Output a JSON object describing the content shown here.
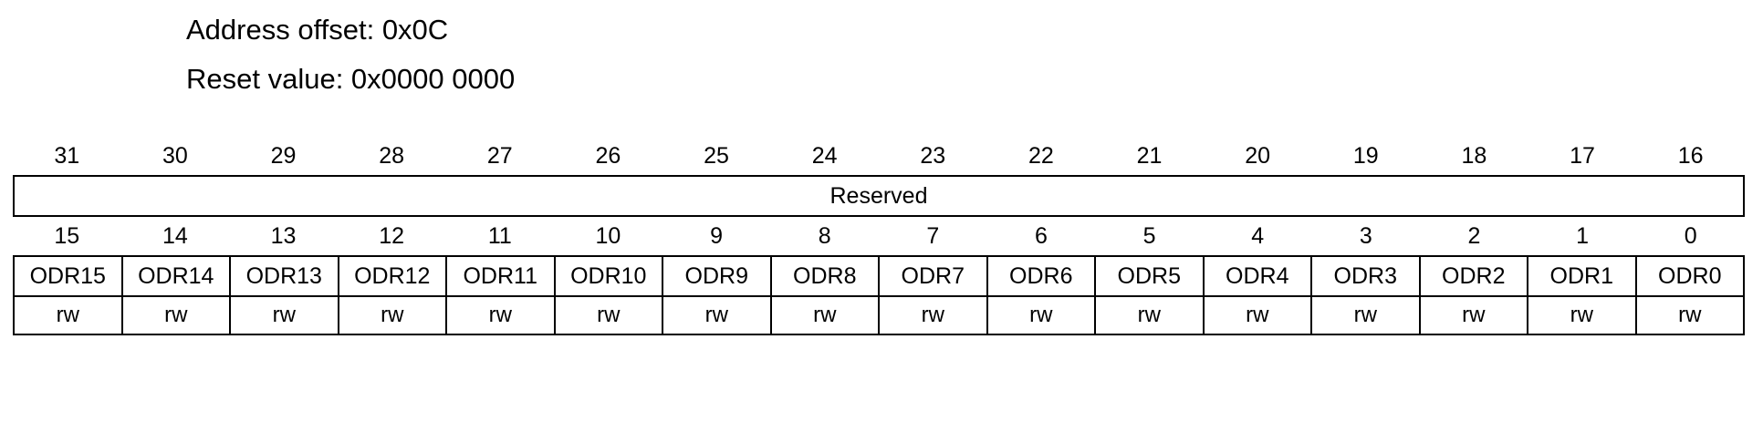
{
  "header": {
    "address_offset": "Address offset: 0x0C",
    "reset_value": "Reset value: 0x0000 0000"
  },
  "register": {
    "high_bits": [
      "31",
      "30",
      "29",
      "28",
      "27",
      "26",
      "25",
      "24",
      "23",
      "22",
      "21",
      "20",
      "19",
      "18",
      "17",
      "16"
    ],
    "reserved_label": "Reserved",
    "low_bits": [
      "15",
      "14",
      "13",
      "12",
      "11",
      "10",
      "9",
      "8",
      "7",
      "6",
      "5",
      "4",
      "3",
      "2",
      "1",
      "0"
    ],
    "fields": [
      "ODR15",
      "ODR14",
      "ODR13",
      "ODR12",
      "ODR11",
      "ODR10",
      "ODR9",
      "ODR8",
      "ODR7",
      "ODR6",
      "ODR5",
      "ODR4",
      "ODR3",
      "ODR2",
      "ODR1",
      "ODR0"
    ],
    "access": [
      "rw",
      "rw",
      "rw",
      "rw",
      "rw",
      "rw",
      "rw",
      "rw",
      "rw",
      "rw",
      "rw",
      "rw",
      "rw",
      "rw",
      "rw",
      "rw"
    ]
  },
  "colors": {
    "background": "#ffffff",
    "text": "#000000",
    "border": "#000000"
  }
}
